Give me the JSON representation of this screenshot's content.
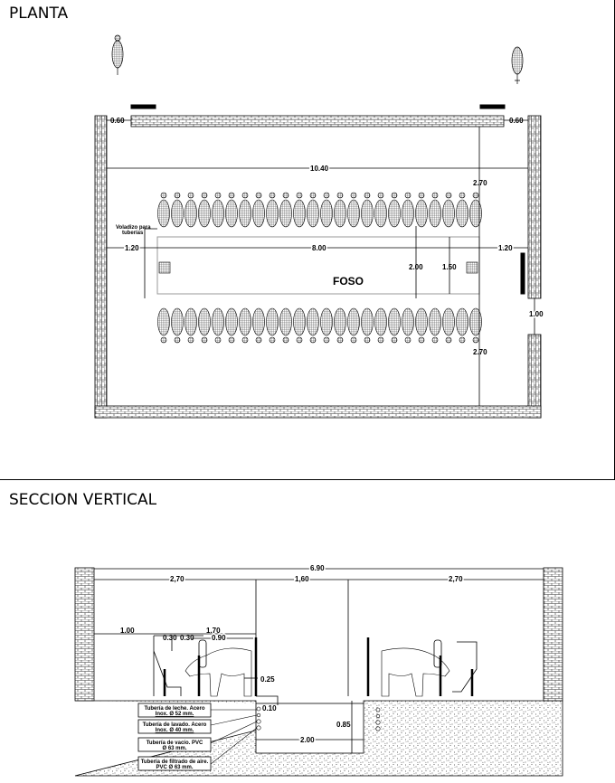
{
  "plan": {
    "title": "PLANTA",
    "pit_label": "FOSO",
    "cantilever_label_1": "Voladizo para",
    "cantilever_label_2": "tuberías",
    "dims": {
      "wall_left": "0.60",
      "wall_right": "0.60",
      "total_width": "10.40",
      "top_depth": "2.70",
      "left_margin": "1.20",
      "pit_length": "8.00",
      "right_margin": "1.20",
      "pit_width": "2.00",
      "pit_inner": "1.50",
      "door": "1.00",
      "bottom_depth": "2.70"
    },
    "cows_per_row": 24
  },
  "section": {
    "title": "SECCION VERTICAL",
    "dims": {
      "total": "6.90",
      "left": "2,70",
      "center": "1,60",
      "right": "2,70",
      "offset": "1.00",
      "stall": "1.70",
      "feeder_a": "0.30",
      "feeder_b": "0.30",
      "cow_space": "0.90",
      "curb": "0.25",
      "step": "0.10",
      "pit_depth": "0.85",
      "pit_width": "2.00"
    },
    "pipes": [
      {
        "line1": "Tubería de leche. Acero",
        "line2": "Inox. Ø 52 mm."
      },
      {
        "line1": "Tubería de lavado. Acero",
        "line2": "Inox. Ø 40 mm."
      },
      {
        "line1": "Tubería de vacío. PVC",
        "line2": "Ø 63 mm."
      },
      {
        "line1": "Tubería de filtrado de aire.",
        "line2": "PVC Ø 63 mm."
      }
    ]
  }
}
